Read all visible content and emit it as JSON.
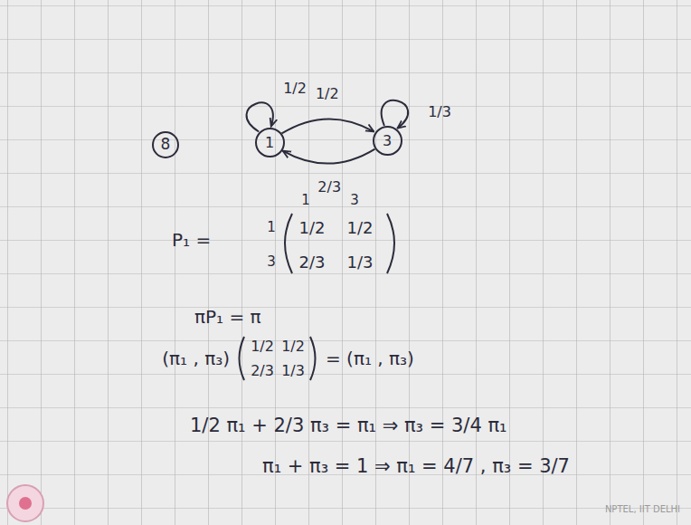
{
  "diagram": {
    "nodes": [
      {
        "text": [
          "1"
        ]
      },
      {
        "text": [
          "3"
        ]
      }
    ],
    "edges": [
      {
        "from": 0,
        "to": 0,
        "label": "1/2",
        "arrow": "to"
      },
      {
        "from": 0,
        "to": 1,
        "label": "1/2",
        "arrow": "to"
      },
      {
        "from": 1,
        "to": 1,
        "label": "1/3",
        "arrow": "to"
      },
      {
        "from": 1,
        "to": 0,
        "label": "2/3",
        "arrow": "to"
      }
    ],
    "labels": [
      "8",
      "P₁ =",
      "1",
      "3",
      "1",
      "3",
      "1/2",
      "1/2",
      "2/3",
      "1/3",
      "πP₁ = π",
      "(π₁ , π₃)",
      "1/2",
      "1/2",
      "2/3",
      "1/3",
      "= (π₁ , π₃)",
      "1/2 π₁ + 2/3 π₃ = π₁ ⇒ π₃ = 3/4 π₁",
      "π₁ + π₃ = 1 ⇒ π₁ = 4/7 , π₃ = 3/7",
      "NPTEL, IIT DELHI"
    ]
  }
}
